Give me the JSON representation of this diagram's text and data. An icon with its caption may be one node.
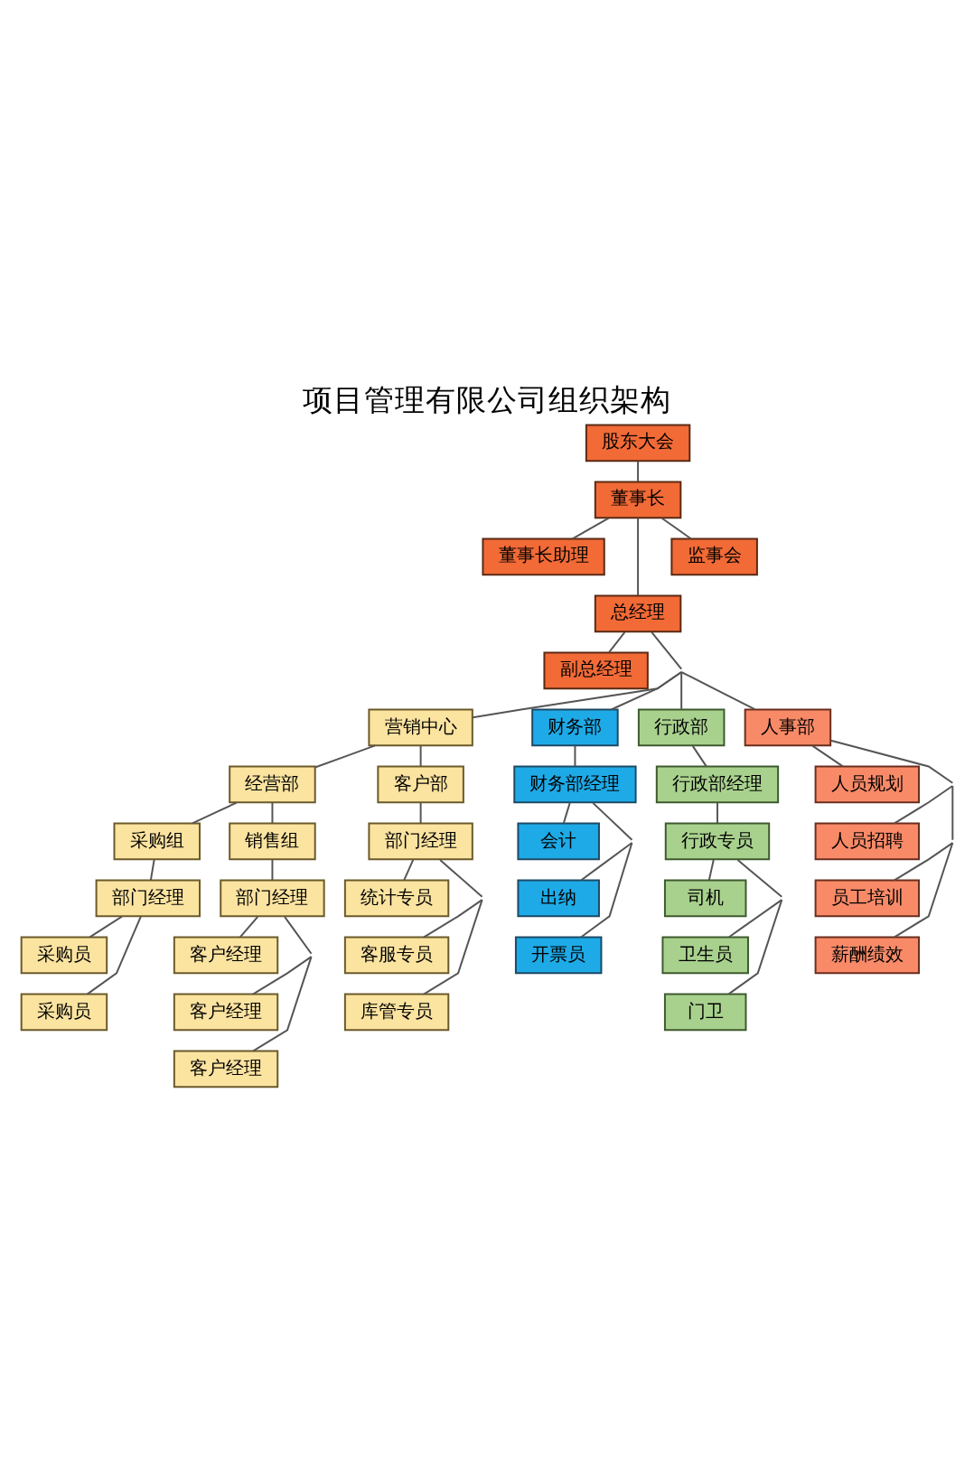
{
  "diagram": {
    "title": "项目管理有限公司组织架构",
    "nodes": [
      {
        "text": [
          "股东大会"
        ]
      },
      {
        "text": [
          "董事长"
        ]
      },
      {
        "text": [
          "董事长助理"
        ]
      },
      {
        "text": [
          "监事会"
        ]
      },
      {
        "text": [
          "总经理"
        ]
      },
      {
        "text": [
          "副总经理"
        ]
      },
      {
        "text": [
          "营销中心"
        ]
      },
      {
        "text": [
          "财务部"
        ]
      },
      {
        "text": [
          "行政部"
        ]
      },
      {
        "text": [
          "人事部"
        ]
      },
      {
        "text": [
          "经营部"
        ]
      },
      {
        "text": [
          "客户部"
        ]
      },
      {
        "text": [
          "财务部经理"
        ]
      },
      {
        "text": [
          "行政部经理"
        ]
      },
      {
        "text": [
          "人员规划"
        ]
      },
      {
        "text": [
          "采购组"
        ]
      },
      {
        "text": [
          "销售组"
        ]
      },
      {
        "text": [
          "部门经理"
        ]
      },
      {
        "text": [
          "会计"
        ]
      },
      {
        "text": [
          "行政专员"
        ]
      },
      {
        "text": [
          "人员招聘"
        ]
      },
      {
        "text": [
          "部门经理"
        ]
      },
      {
        "text": [
          "部门经理"
        ]
      },
      {
        "text": [
          "统计专员"
        ]
      },
      {
        "text": [
          "出纳"
        ]
      },
      {
        "text": [
          "司机"
        ]
      },
      {
        "text": [
          "员工培训"
        ]
      },
      {
        "text": [
          "采购员"
        ]
      },
      {
        "text": [
          "客户经理"
        ]
      },
      {
        "text": [
          "客服专员"
        ]
      },
      {
        "text": [
          "开票员"
        ]
      },
      {
        "text": [
          "卫生员"
        ]
      },
      {
        "text": [
          "薪酬绩效"
        ]
      },
      {
        "text": [
          "采购员"
        ]
      },
      {
        "text": [
          "客户经理"
        ]
      },
      {
        "text": [
          "库管专员"
        ]
      },
      {
        "text": [
          "门卫"
        ]
      },
      {
        "text": [
          "客户经理"
        ]
      }
    ],
    "edges": [
      {
        "from": 0,
        "to": 1,
        "arrow": "none"
      },
      {
        "from": 1,
        "to": 2,
        "arrow": "none"
      },
      {
        "from": 1,
        "to": 4,
        "arrow": "none"
      },
      {
        "from": 1,
        "to": 3,
        "arrow": "none"
      },
      {
        "from": 4,
        "to": 5,
        "arrow": "none"
      },
      {
        "from": 4,
        "to": 6,
        "arrow": "none"
      },
      {
        "from": 4,
        "to": 7,
        "arrow": "none"
      },
      {
        "from": 4,
        "to": 8,
        "arrow": "none"
      },
      {
        "from": 4,
        "to": 9,
        "arrow": "none"
      },
      {
        "from": 6,
        "to": 10,
        "arrow": "none"
      },
      {
        "from": 6,
        "to": 11,
        "arrow": "none"
      },
      {
        "from": 10,
        "to": 15,
        "arrow": "none"
      },
      {
        "from": 10,
        "to": 16,
        "arrow": "none"
      },
      {
        "from": 15,
        "to": 21,
        "arrow": "none"
      },
      {
        "from": 21,
        "to": 27,
        "arrow": "none"
      },
      {
        "from": 21,
        "to": 33,
        "arrow": "none"
      },
      {
        "from": 16,
        "to": 22,
        "arrow": "none"
      },
      {
        "from": 22,
        "to": 28,
        "arrow": "none"
      },
      {
        "from": 22,
        "to": 34,
        "arrow": "none"
      },
      {
        "from": 22,
        "to": 37,
        "arrow": "none"
      },
      {
        "from": 11,
        "to": 17,
        "arrow": "none"
      },
      {
        "from": 17,
        "to": 23,
        "arrow": "none"
      },
      {
        "from": 17,
        "to": 29,
        "arrow": "none"
      },
      {
        "from": 17,
        "to": 35,
        "arrow": "none"
      },
      {
        "from": 7,
        "to": 12,
        "arrow": "none"
      },
      {
        "from": 12,
        "to": 18,
        "arrow": "none"
      },
      {
        "from": 12,
        "to": 24,
        "arrow": "none"
      },
      {
        "from": 12,
        "to": 30,
        "arrow": "none"
      },
      {
        "from": 8,
        "to": 13,
        "arrow": "none"
      },
      {
        "from": 13,
        "to": 19,
        "arrow": "none"
      },
      {
        "from": 19,
        "to": 25,
        "arrow": "none"
      },
      {
        "from": 19,
        "to": 31,
        "arrow": "none"
      },
      {
        "from": 19,
        "to": 36,
        "arrow": "none"
      },
      {
        "from": 9,
        "to": 14,
        "arrow": "none"
      },
      {
        "from": 9,
        "to": 20,
        "arrow": "none"
      },
      {
        "from": 9,
        "to": 26,
        "arrow": "none"
      },
      {
        "from": 9,
        "to": 32,
        "arrow": "none"
      }
    ]
  }
}
